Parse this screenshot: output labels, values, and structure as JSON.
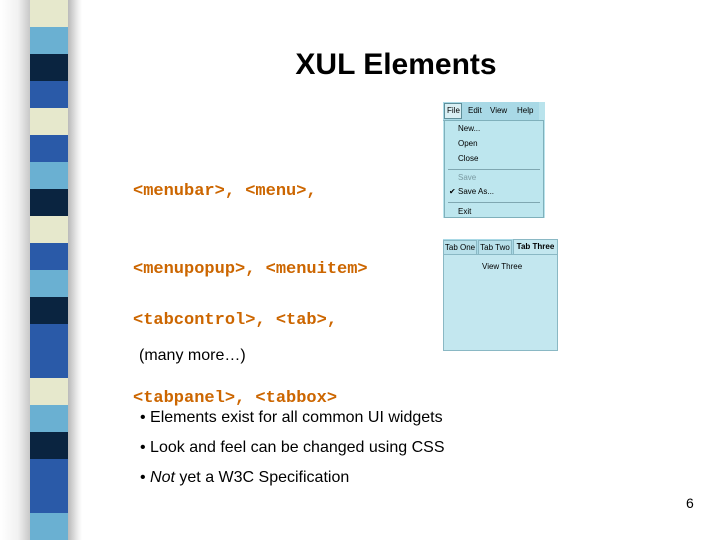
{
  "slide": {
    "title": "XUL Elements",
    "code_block_1": [
      "<menubar>, <menu>,",
      "<menupopup>, <menuitem>"
    ],
    "code_block_2": [
      "<tabcontrol>, <tab>,",
      "<tabpanel>, <tabbox>"
    ],
    "note": "(many more…)",
    "bullets": [
      {
        "prefix": "• ",
        "em": "",
        "text": "Elements exist for all common UI widgets"
      },
      {
        "prefix": "• ",
        "em": "",
        "text": "Look and feel can be changed using CSS"
      },
      {
        "prefix": "• ",
        "em": "Not",
        "text": " yet a W3C Specification"
      }
    ],
    "page_number": "6"
  },
  "menu_screenshot": {
    "menubar": [
      "File",
      "Edit",
      "View",
      "Help"
    ],
    "items": [
      {
        "label": "New...",
        "disabled": false,
        "checked": false
      },
      {
        "label": "Open",
        "disabled": false,
        "checked": false
      },
      {
        "label": "Close",
        "disabled": false,
        "checked": false
      },
      {
        "label": "Save",
        "disabled": true,
        "checked": false
      },
      {
        "label": "Save As...",
        "disabled": false,
        "checked": true
      },
      {
        "label": "Exit",
        "disabled": false,
        "checked": false
      }
    ]
  },
  "tab_screenshot": {
    "tabs": [
      "Tab One",
      "Tab Two",
      "Tab Three"
    ],
    "active_tab": "Tab Three",
    "panel_text": "View Three"
  },
  "colors": {
    "code_text": "#cc6600",
    "stripe": [
      "#2a5aa8",
      "#6ab0d2",
      "#0a2440",
      "#e6e8cc",
      "#2a5aa8"
    ]
  }
}
